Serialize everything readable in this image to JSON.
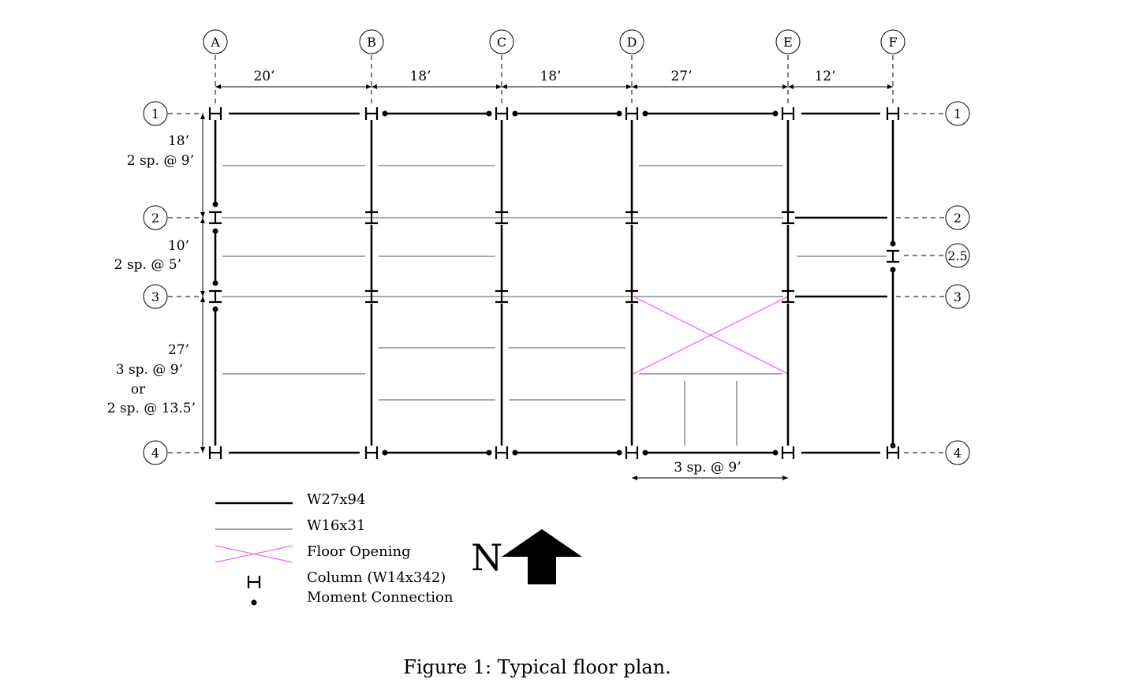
{
  "caption": "Figure 1: Typical floor plan.",
  "colors": {
    "primary_beam": "#000000",
    "secondary_beam": "#a8a8a8",
    "opening": "#e870e8",
    "grid": "#000000"
  },
  "grid_columns": [
    {
      "label": "A"
    },
    {
      "label": "B"
    },
    {
      "label": "C"
    },
    {
      "label": "D"
    },
    {
      "label": "E"
    },
    {
      "label": "F"
    }
  ],
  "grid_rows": [
    {
      "label": "1"
    },
    {
      "label": "2"
    },
    {
      "label": "2.5"
    },
    {
      "label": "3"
    },
    {
      "label": "4"
    }
  ],
  "column_spacings": [
    "20’",
    "18’",
    "18’",
    "27’",
    "12’"
  ],
  "row_spacings": [
    {
      "lines": [
        "18’",
        "2 sp. @ 9’"
      ]
    },
    {
      "lines": [
        "10’",
        "2 sp. @ 5’"
      ]
    },
    {
      "lines": [
        "27’",
        "3 sp. @ 9’",
        "or",
        "2 sp. @ 13.5’"
      ]
    }
  ],
  "opening_dimension": "3 sp. @ 9’",
  "legend": {
    "primary_beam": "W27x94",
    "secondary_beam": "W16x31",
    "opening": "Floor Opening",
    "column": "Column (W14x342)",
    "moment_connection": "Moment Connection"
  },
  "north": {
    "label": "N",
    "icon": "north-arrow-icon"
  }
}
